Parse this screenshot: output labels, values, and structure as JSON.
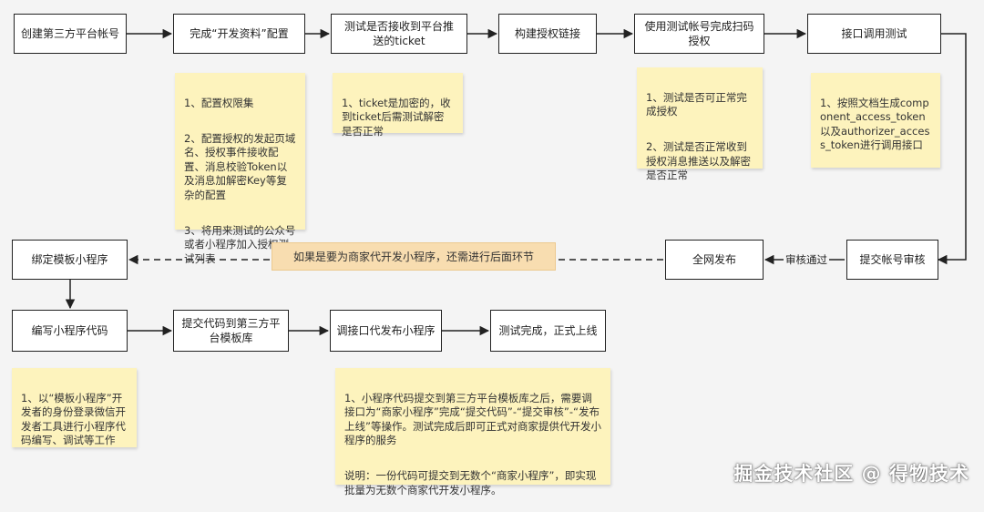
{
  "nodes": {
    "create_account": "创建第三方平台帐号",
    "complete_dev_info": "完成“开发资料”配置",
    "test_ticket": "测试是否接收到平台推\n送的ticket",
    "build_auth_link": "构建授权链接",
    "test_account_scan": "使用测试帐号完成扫码\n授权",
    "api_test": "接口调用测试",
    "submit_review": "提交帐号审核",
    "publish_all": "全网发布",
    "bind_template": "绑定模板小程序",
    "write_code": "编写小程序代码",
    "submit_code": "提交代码到第三方平\n台模板库",
    "call_api_publish": "调接口代发布小程序",
    "test_done": "测试完成，正式上线"
  },
  "edge_labels": {
    "review_passed": "审核通过"
  },
  "banner": "如果是要为商家代开发小程序，还需进行后面环节",
  "notes": {
    "dev_info": [
      "1、配置权限集",
      "2、配置授权的发起页域名、授权事件接收配置、消息校验Token以及消息加解密Key等复杂的配置",
      "3、将用来测试的公众号或者小程序加入授权测试列表"
    ],
    "ticket": [
      "1、ticket是加密的，收到ticket后需测试解密是否正常"
    ],
    "scan": [
      "1、测试是否可正常完成授权",
      "2、测试是否正常收到授权消息推送以及解密是否正常"
    ],
    "api": [
      "1、按照文档生成component_access_token以及authorizer_access_token进行调用接口"
    ],
    "template": [
      "1、以“模板小程序”开发者的身份登录微信开发者工具进行小程序代码编写、调试等工作"
    ],
    "publish": [
      "1、小程序代码提交到第三方平台模板库之后，需要调接口为“商家小程序”完成“提交代码”-“提交审核”-“发布上线”等操作。测试完成后即可正式对商家提供代开发小程序的服务",
      "说明：一份代码可提交到无数个“商家小程序”，即实现批量为无数个商家代开发小程序。"
    ]
  },
  "watermark": "掘金技术社区 @ 得物技术"
}
